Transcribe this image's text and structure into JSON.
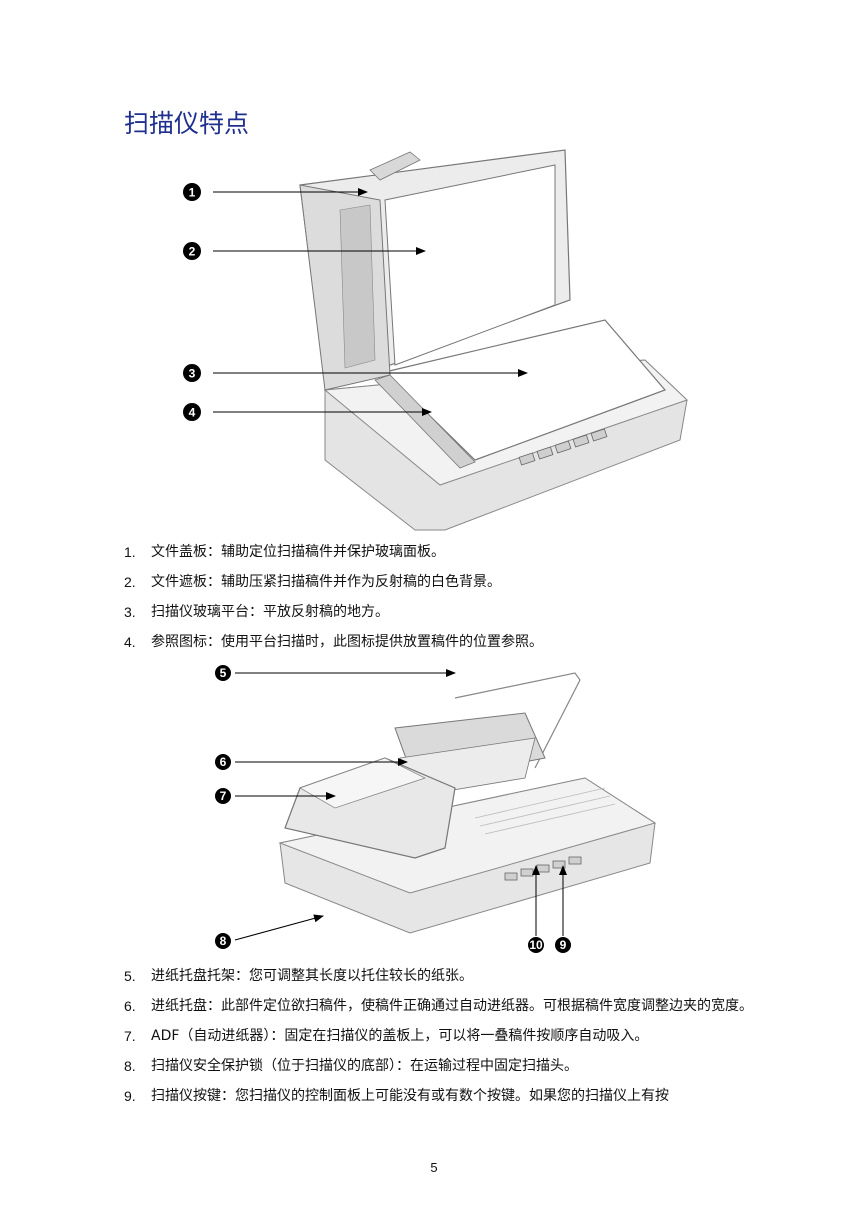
{
  "page": {
    "title": "扫描仪特点",
    "page_number": "5"
  },
  "figure1": {
    "callouts": [
      "1",
      "2",
      "3",
      "4"
    ]
  },
  "list1": [
    {
      "num": "1.",
      "text": "文件盖板：辅助定位扫描稿件并保护玻璃面板。"
    },
    {
      "num": "2.",
      "text": "文件遮板：辅助压紧扫描稿件并作为反射稿的白色背景。"
    },
    {
      "num": "3.",
      "text": "扫描仪玻璃平台：平放反射稿的地方。"
    },
    {
      "num": "4.",
      "text": "参照图标：使用平台扫描时，此图标提供放置稿件的位置参照。"
    }
  ],
  "figure2": {
    "callouts": [
      "5",
      "6",
      "7",
      "8",
      "10",
      "9"
    ]
  },
  "list2": [
    {
      "num": "5.",
      "text": "进纸托盘托架：您可调整其长度以托住较长的纸张。"
    },
    {
      "num": "6.",
      "text": "进纸托盘：此部件定位欲扫稿件，使稿件正确通过自动进纸器。可根据稿件宽度调整边夹的宽度。"
    },
    {
      "num": "7.",
      "text": "ADF（自动进纸器）：固定在扫描仪的盖板上，可以将一叠稿件按顺序自动吸入。"
    },
    {
      "num": "8.",
      "text": "扫描仪安全保护锁（位于扫描仪的底部）：在运输过程中固定扫描头。"
    },
    {
      "num": "9.",
      "text": "扫描仪按键：您扫描仪的控制面板上可能没有或有数个按键。如果您的扫描仪上有按"
    }
  ]
}
